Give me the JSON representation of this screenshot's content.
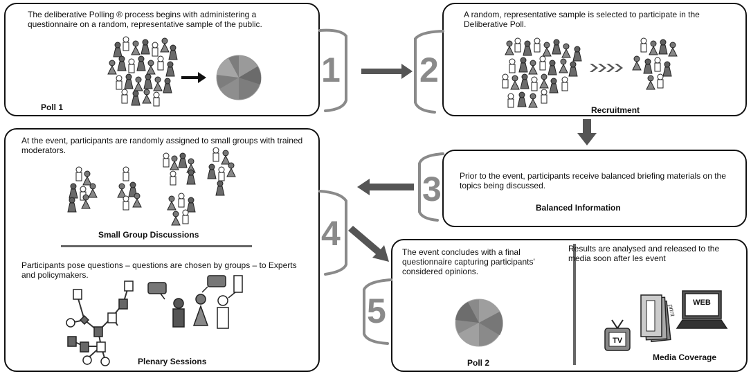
{
  "panels": {
    "poll1": {
      "text": "The deliberative Polling ® process begins with administering  a questionnaire on a random, representative sample of the public.",
      "label": "Poll 1"
    },
    "recruitment": {
      "text": "A random, representative sample is selected to participate in the Deliberative Poll.",
      "label": "Recruitment"
    },
    "small_groups": {
      "text": "At the event, participants are randomly assigned to small groups with trained moderators.",
      "label": "Small Group Discussions"
    },
    "plenary": {
      "text": "Participants pose questions – questions are chosen by groups –  to Experts and policymakers.",
      "label": "Plenary Sessions"
    },
    "balanced": {
      "text": "Prior to the event, participants receive balanced briefing materials on the topics being discussed.",
      "label": "Balanced Information"
    },
    "poll2": {
      "text": "The event concludes with a final questionnaire capturing participants' considered opinions.",
      "label": "Poll 2"
    },
    "media": {
      "text": "Results are analysed and released to the media soon after les event",
      "label": "Media Coverage",
      "tv_label": "TV",
      "web_label": "WEB",
      "print_label": "print"
    }
  },
  "steps": [
    "1",
    "2",
    "3",
    "4",
    "5"
  ]
}
